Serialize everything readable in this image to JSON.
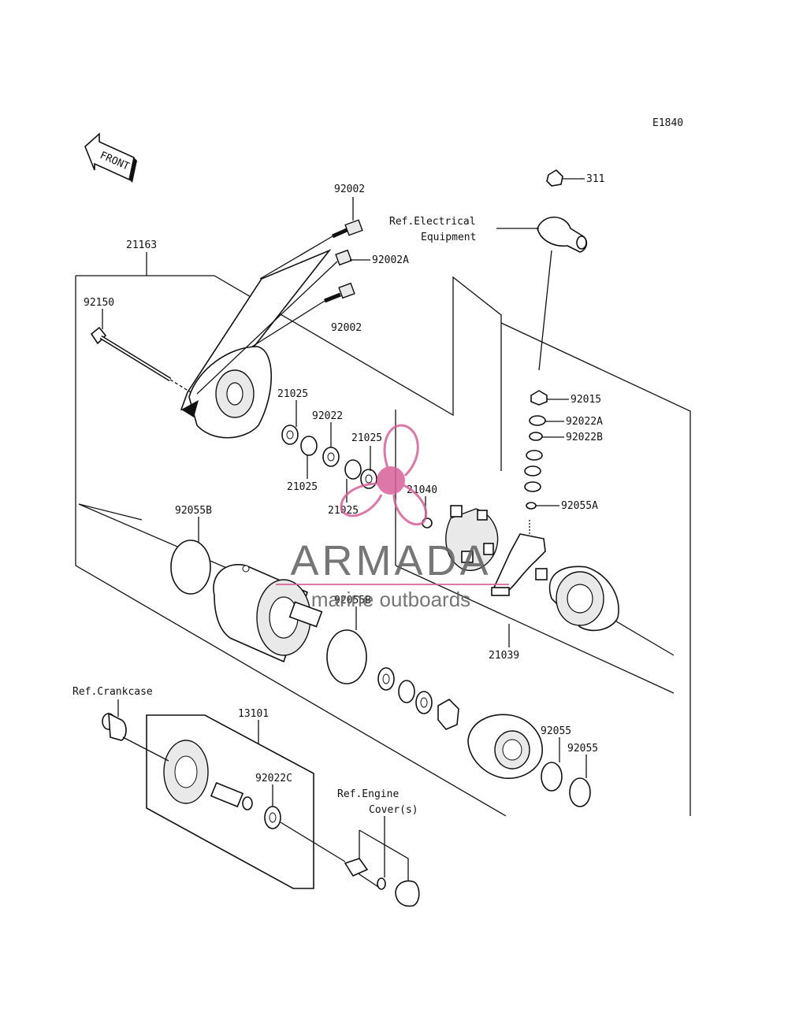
{
  "diagram_code": "E1840",
  "front_label": "FRONT",
  "refs": {
    "electrical_line1": "Ref.Electrical",
    "electrical_line2": "Equipment",
    "crankcase": "Ref.Crankcase",
    "engine_cover_line1": "Ref.Engine",
    "engine_cover_line2": "Cover(s)"
  },
  "part_numbers": {
    "p311": "311",
    "p92002_top": "92002",
    "p92002A": "92002A",
    "p92002_mid": "92002",
    "p21163": "21163",
    "p92150": "92150",
    "p92015": "92015",
    "p92022A": "92022A",
    "p92022B": "92022B",
    "p92055A": "92055A",
    "p21025_a": "21025",
    "p92022": "92022",
    "p21025_b": "21025",
    "p21025_c": "21025",
    "p21025_d": "21025",
    "p21040": "21040",
    "p92055B_a": "92055B",
    "p92055B_b": "92055B",
    "p21039": "21039",
    "p13101": "13101",
    "p92022C": "92022C",
    "p92055_a": "92055",
    "p92055_b": "92055"
  },
  "watermark": {
    "brand": "ARMADA",
    "tagline": "marine outboards",
    "brand_color": "#5f5f5f",
    "logo_color": "#d6609a"
  }
}
